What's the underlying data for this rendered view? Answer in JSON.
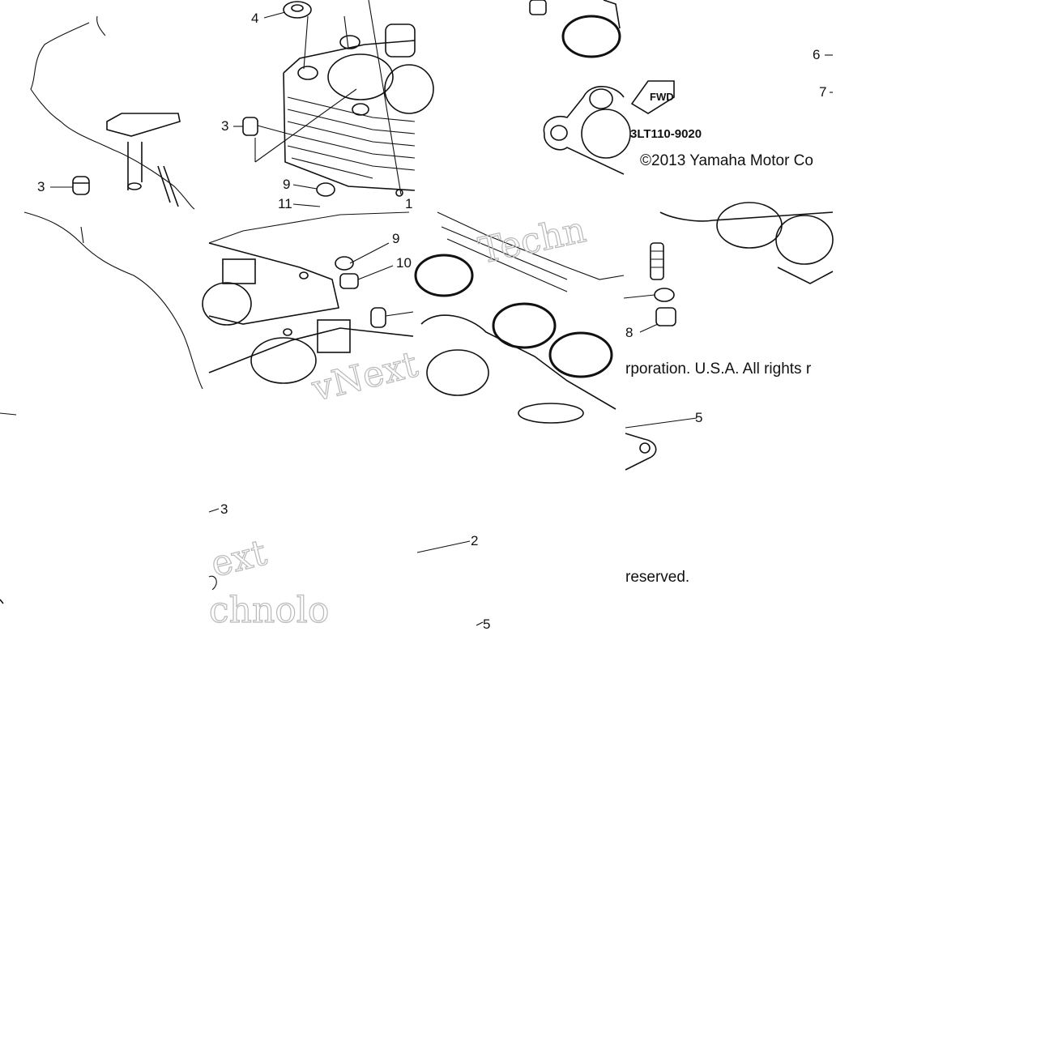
{
  "diagram": {
    "part_number": "3LT110-9020",
    "fwd_label": "FWD",
    "copyright_line1": "©2013 Yamaha Motor Co",
    "copyright_line2": "rporation. U.S.A. All rights r",
    "copyright_line3": "reserved.",
    "watermark_fragments": [
      "Techn",
      "vNext",
      "ext",
      "chnolo"
    ],
    "callouts": [
      {
        "id": "c1",
        "label": "4"
      },
      {
        "id": "c2",
        "label": "3"
      },
      {
        "id": "c3",
        "label": "3"
      },
      {
        "id": "c4",
        "label": "9"
      },
      {
        "id": "c5",
        "label": "11"
      },
      {
        "id": "c6",
        "label": "6"
      },
      {
        "id": "c7",
        "label": "7"
      },
      {
        "id": "c8",
        "label": "9"
      },
      {
        "id": "c9",
        "label": "10"
      },
      {
        "id": "c10",
        "label": "8"
      },
      {
        "id": "c11",
        "label": "3"
      },
      {
        "id": "c12",
        "label": "2"
      },
      {
        "id": "c13",
        "label": "5"
      },
      {
        "id": "c14",
        "label": "5"
      },
      {
        "id": "c15",
        "label": "1"
      }
    ]
  }
}
